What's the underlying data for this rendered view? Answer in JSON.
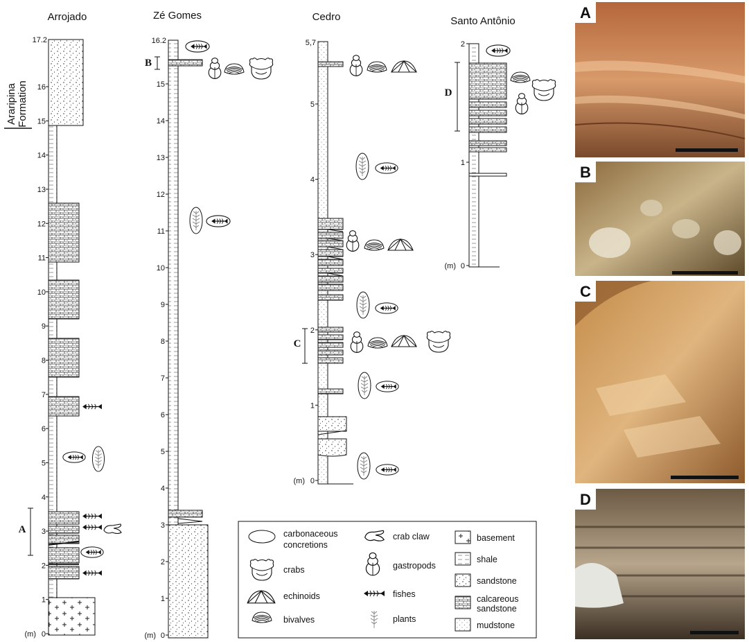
{
  "sections": {
    "arrojado": {
      "title": "Arrojado",
      "top_label": "17.2",
      "ticks": [
        "16",
        "15",
        "14",
        "13",
        "12",
        "11",
        "10",
        "9",
        "8",
        "7",
        "6",
        "5",
        "4",
        "3",
        "2",
        "1",
        "0"
      ],
      "unit": "(m)",
      "formation_line1": "Araripina",
      "formation_line2": "Formation",
      "marker": "A"
    },
    "ze_gomes": {
      "title": "Zé Gomes",
      "top_label": "16.2",
      "ticks": [
        "15",
        "14",
        "13",
        "12",
        "11",
        "10",
        "9",
        "8",
        "7",
        "6",
        "5",
        "4",
        "3",
        "2",
        "1",
        "0"
      ],
      "unit": "(m)",
      "marker": "B"
    },
    "cedro": {
      "title": "Cedro",
      "top_label": "5,7",
      "ticks": [
        "5",
        "4",
        "3",
        "2",
        "1",
        "0"
      ],
      "unit": "(m)",
      "marker": "C"
    },
    "santo_antonio": {
      "title": "Santo Antônio",
      "ticks": [
        "2",
        "1",
        "0"
      ],
      "unit": "(m)",
      "marker": "D"
    }
  },
  "legend": {
    "items": {
      "carbonaceous_1": "carbonaceous",
      "carbonaceous_2": "concretions",
      "crabs": "crabs",
      "echinoids": "echinoids",
      "bivalves": "bivalves",
      "crab_claw": "crab claw",
      "gastropods": "gastropods",
      "fishes": "fishes",
      "plants": "plants",
      "basement": "basement",
      "shale": "shale",
      "sandstone": "sandstone",
      "calc_1": "calcareous",
      "calc_2": "sandstone",
      "mudstone": "mudstone"
    }
  },
  "photos": [
    {
      "label": "A",
      "colors": [
        "#b5673b",
        "#d89a6a",
        "#7a4a2c"
      ]
    },
    {
      "label": "B",
      "colors": [
        "#8a6a3c",
        "#c9b48a",
        "#5d4a2a"
      ]
    },
    {
      "label": "C",
      "colors": [
        "#c48c4a",
        "#e0b57e",
        "#8d5a2c"
      ]
    },
    {
      "label": "D",
      "colors": [
        "#6d5a44",
        "#b7a58c",
        "#3c3024"
      ]
    }
  ]
}
